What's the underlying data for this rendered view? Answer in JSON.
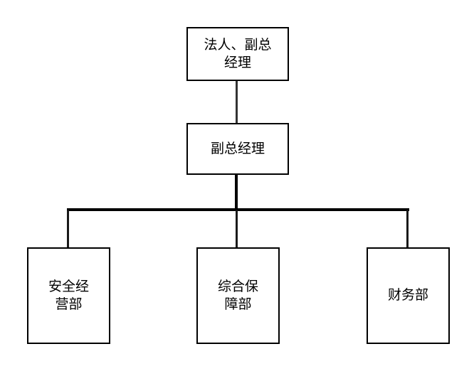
{
  "diagram": {
    "type": "org-chart",
    "background_color": "#ffffff",
    "box_border_color": "#000000",
    "box_fill_color": "#ffffff",
    "text_color": "#000000",
    "branch_line_color": "#000000",
    "drop_line_color": "#1a1a1a",
    "nodes": [
      {
        "id": "legal-deputy-gm",
        "level": 1,
        "label": "法人、副总\n经理",
        "full_text": "法人、副总经理"
      },
      {
        "id": "deputy-gm",
        "level": 2,
        "label": "副总经理",
        "full_text": "副总经理"
      },
      {
        "id": "safety-operations-dept",
        "level": 3,
        "label": "安全经\n营部",
        "full_text": "安全经营部"
      },
      {
        "id": "comprehensive-support-dept",
        "level": 3,
        "label": "综合保\n障部",
        "full_text": "综合保障部"
      },
      {
        "id": "finance-dept",
        "level": 3,
        "label": "财务部",
        "full_text": "财务部"
      }
    ],
    "edges": [
      {
        "from": "legal-deputy-gm",
        "to": "deputy-gm"
      },
      {
        "from": "deputy-gm",
        "to": "safety-operations-dept"
      },
      {
        "from": "deputy-gm",
        "to": "comprehensive-support-dept"
      },
      {
        "from": "deputy-gm",
        "to": "finance-dept"
      }
    ]
  }
}
